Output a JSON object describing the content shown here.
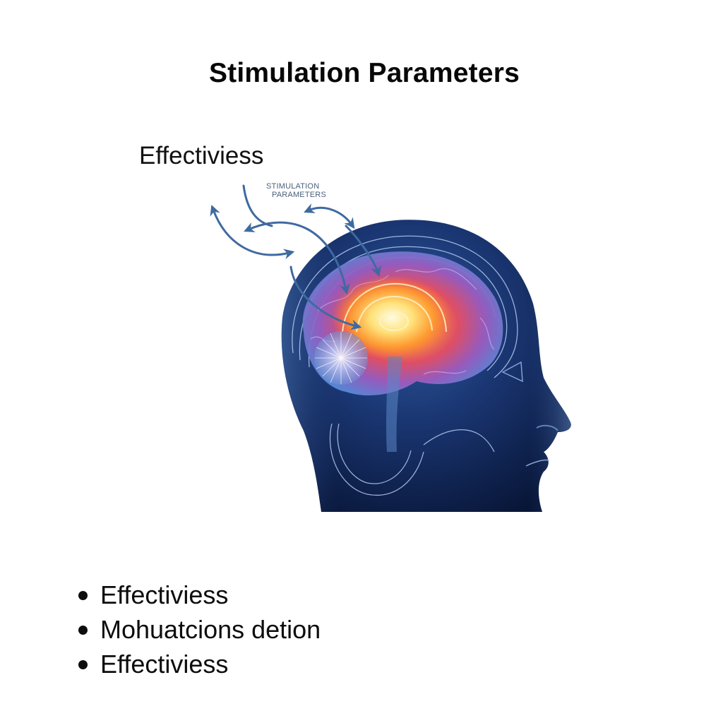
{
  "header": {
    "title": "Stimulation Parameters"
  },
  "illustration": {
    "side_label": "Effectiviess",
    "callout": {
      "line1": "STIMULATION",
      "line2": "PARAMETERS"
    },
    "subject": "human head profile with glowing brain",
    "colors": {
      "head_dark": "#0b1a44",
      "head_mid": "#23478a",
      "head_light": "#5b86c4",
      "arrow": "#3f6aa0",
      "glow_core": "#fff3b0",
      "glow_orange": "#ff9a2e",
      "glow_red": "#e8435a",
      "brain_purple": "#8a5ab8",
      "contour_line": "#c9dcff"
    }
  },
  "bullets": {
    "items": [
      {
        "label": "Effectiviess"
      },
      {
        "label": "Mohuatcions detion"
      },
      {
        "label": "Effectiviess"
      }
    ]
  }
}
